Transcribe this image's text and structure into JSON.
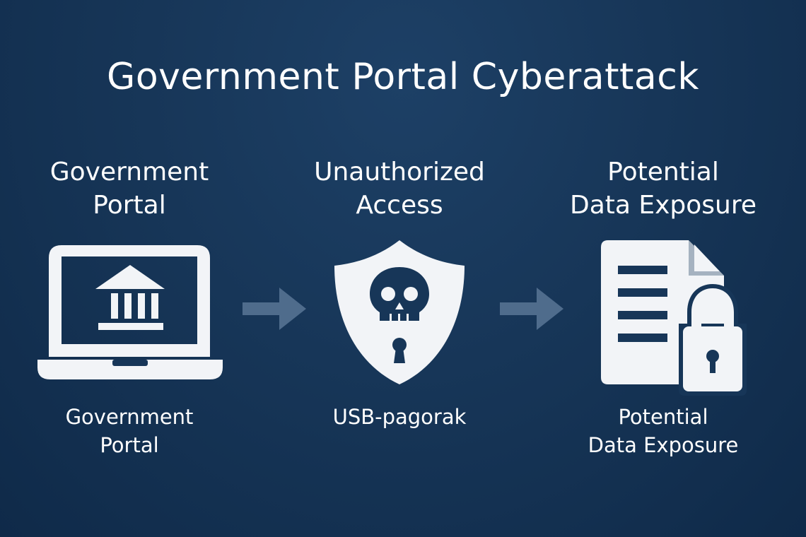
{
  "title": "Government Portal Cyberattack",
  "steps": [
    {
      "heading_lines": [
        "Government",
        "Portal"
      ],
      "caption_lines": [
        "Government",
        "Portal"
      ],
      "icon": "laptop-government-building-icon"
    },
    {
      "heading_lines": [
        "Unauthorized",
        "Access"
      ],
      "caption_lines": [
        "USB-pagorak"
      ],
      "icon": "shield-skull-keyhole-icon"
    },
    {
      "heading_lines": [
        "Potential",
        "Data Exposure"
      ],
      "caption_lines": [
        "Potential",
        "Data Exposure"
      ],
      "icon": "document-padlock-icon"
    }
  ],
  "arrows": [
    "arrow-right-icon",
    "arrow-right-icon"
  ],
  "colors": {
    "background": "#173658",
    "foreground": "#ffffff",
    "icon_fill": "#f2f4f7",
    "arrow": "#4f6c8c"
  }
}
